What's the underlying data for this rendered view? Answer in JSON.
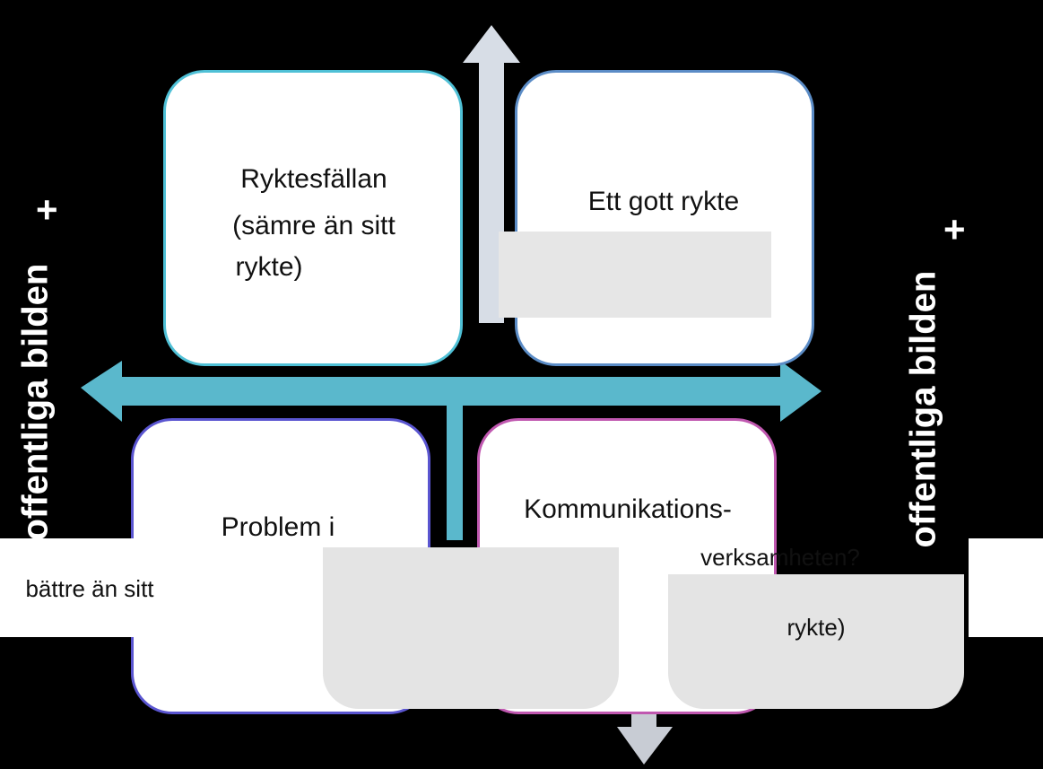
{
  "quadrants": {
    "top_left": {
      "title": "Ryktesfällan",
      "subtitle": "(sämre än sitt",
      "subtitle2": "rykte)",
      "border": "#4fc0d6"
    },
    "top_right": {
      "title": "Ett gott rykte",
      "border": "#5b8cc6"
    },
    "bottom_left": {
      "title": "Problem i",
      "subtitle": "bättre än sitt",
      "border": "#5a55d0"
    },
    "bottom_right": {
      "title": "Kommunikations-",
      "subtitle": "verksamheten?",
      "subtitle2": "rykte)",
      "border": "#c058b0"
    }
  },
  "axes": {
    "left_label": "offentliga bilden",
    "right_label": "offentliga bilden",
    "left_plus": "+",
    "right_plus": "+",
    "axis_color": "#5ab8cc",
    "vertical_arrow_color": "#d7dde6"
  }
}
